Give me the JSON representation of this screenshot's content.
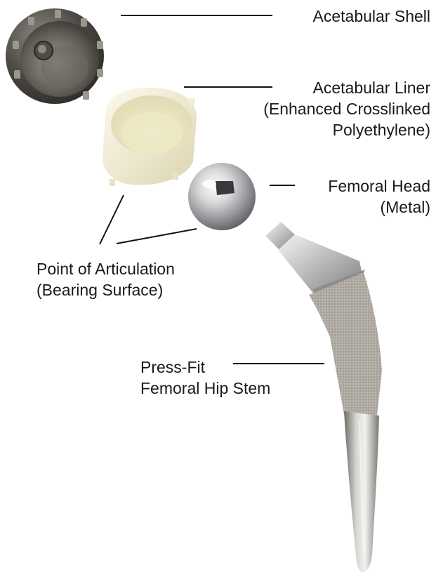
{
  "diagram": {
    "labels": {
      "shell": {
        "lines": [
          "Acetabular Shell"
        ]
      },
      "liner": {
        "lines": [
          "Acetabular Liner",
          "(Enhanced Crosslinked",
          "Polyethylene)"
        ]
      },
      "head": {
        "lines": [
          "Femoral Head",
          "(Metal)"
        ]
      },
      "bearing": {
        "lines": [
          "Point of Articulation",
          "(Bearing Surface)"
        ]
      },
      "stem": {
        "lines": [
          "Press-Fit",
          "Femoral Hip Stem"
        ]
      }
    },
    "components": [
      {
        "name": "acetabular-shell",
        "color": "#5a5651"
      },
      {
        "name": "acetabular-liner",
        "color": "#ece7cf"
      },
      {
        "name": "femoral-head",
        "color": "#c9c9cb"
      },
      {
        "name": "femoral-stem",
        "color": "#a9a59f"
      }
    ],
    "leader_color": "#111111"
  }
}
